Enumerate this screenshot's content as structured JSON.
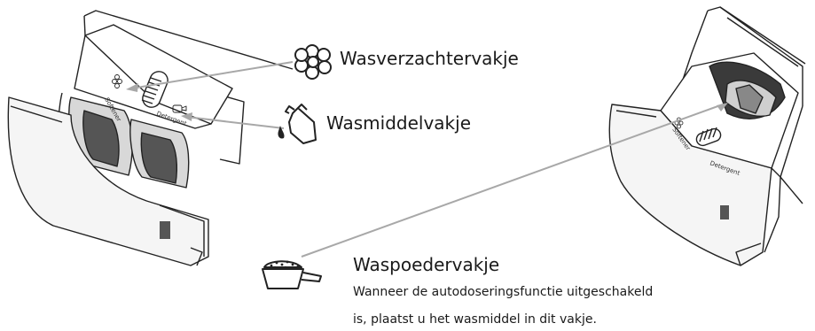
{
  "labels": {
    "softener_compartment": "Wasverzachtervakje",
    "detergent_compartment": "Wasmiddelvakje",
    "powder_compartment": "Waspoedervakje",
    "powder_note_line1": "Wanneer de autodoseringsfunctie uitgeschakeld",
    "powder_note_line2": "is, plaatst u het wasmiddel in dit vakje."
  },
  "drawer_markings": {
    "softener": "Softener",
    "detergent": "Detergent"
  },
  "icons": [
    "flower-icon",
    "detergent-bottle-icon",
    "powder-scoop-icon"
  ]
}
